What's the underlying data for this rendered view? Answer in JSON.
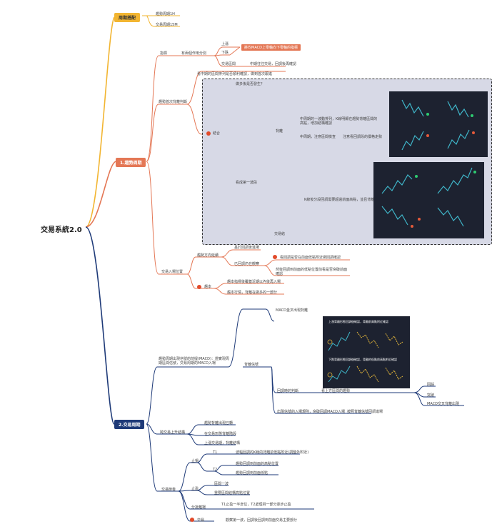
{
  "root": "交易系統2.0",
  "branches": [
    {
      "id": "b1",
      "label": "周期搭配",
      "color": "#f2b531",
      "items": [
        "趨勢周期1H",
        "交易周期15M"
      ]
    },
    {
      "id": "b2",
      "label": "1.趨勢周期",
      "color": "#e47755",
      "items": [
        "指標",
        "有兩個作用分別",
        "上漲",
        "下跌",
        "將均MACD上零軸向下零軸的指標",
        "交易區間",
        "中期往往交易，回調後再確認",
        "趨勢首次背離判斷",
        "看中期的區間排列是否順利確認，做到首次跟進",
        "做多後是否發生？",
        "結合",
        "背離",
        "中周期的一波動排列，K線明顯在趨勢背離區間的高點，增加結構確認",
        "中周期，注意區間檢查",
        "注意看回調段的價格走勢",
        "看成第一波段",
        "K線後分段回調需要超過前面高點，並且背離後做多",
        "交易結",
        "交易入場位置",
        "趨勢方向延續",
        "基於回調後進場",
        "已回調仍在觀察",
        "看回調是否在前面低點附近做回調確認",
        "然後回調到前面的低點位置前看是否突破前面確認",
        "趨本",
        "趨本指標後覆蓋近期以內後再入場",
        "趨本行情，背離在做多的一部分"
      ]
    },
    {
      "id": "b3",
      "label": "2.交易周期",
      "color": "#1e3a78",
      "items": [
        "趨勢周期出現信號的前提(MACD)：證實現周期區間信號，交易周期的MACD入場",
        "MACD金叉出現背離",
        "背離信號",
        "上漲背離形態回調後確認，背離前高點附近確認",
        "下跌背離形態回調後確認，背離的低點前高點附近確認",
        "回調時的判斷",
        "看上方區間的趨勢",
        "回踩",
        "突破",
        "MACD交叉背離出現",
        "出現信號的入場規則，突破回調MACD入場",
        "按照背離信號回調進場",
        "跨交易上升結構",
        "趨勢背離出現已轉",
        "在交易形態背離階段",
        "上漲交易期，背離結構",
        "交易節奏",
        "止損",
        "T1",
        "波幅回調的K線的背離前低點附近(調整外附近)",
        "T2",
        "趨勢回調到前面的高點位置",
        "趨勢回調到前面低點",
        "止盈",
        "區間一波",
        "重要區間結構高點位置",
        "分批離場",
        "T1止盈一半倉位，T2處理另一部分逐步止盈",
        "交易",
        "觀察第一波，回調後回調到前面交易主要部分"
      ]
    }
  ],
  "colors": {
    "yellow": "#f2b531",
    "orange": "#e47755",
    "navy": "#1e3a78",
    "zone": "#d7d9e6",
    "panel": "#1d2230",
    "cyan": "#3fb6c9",
    "green": "#2ecc71",
    "red": "#e55a3a"
  }
}
